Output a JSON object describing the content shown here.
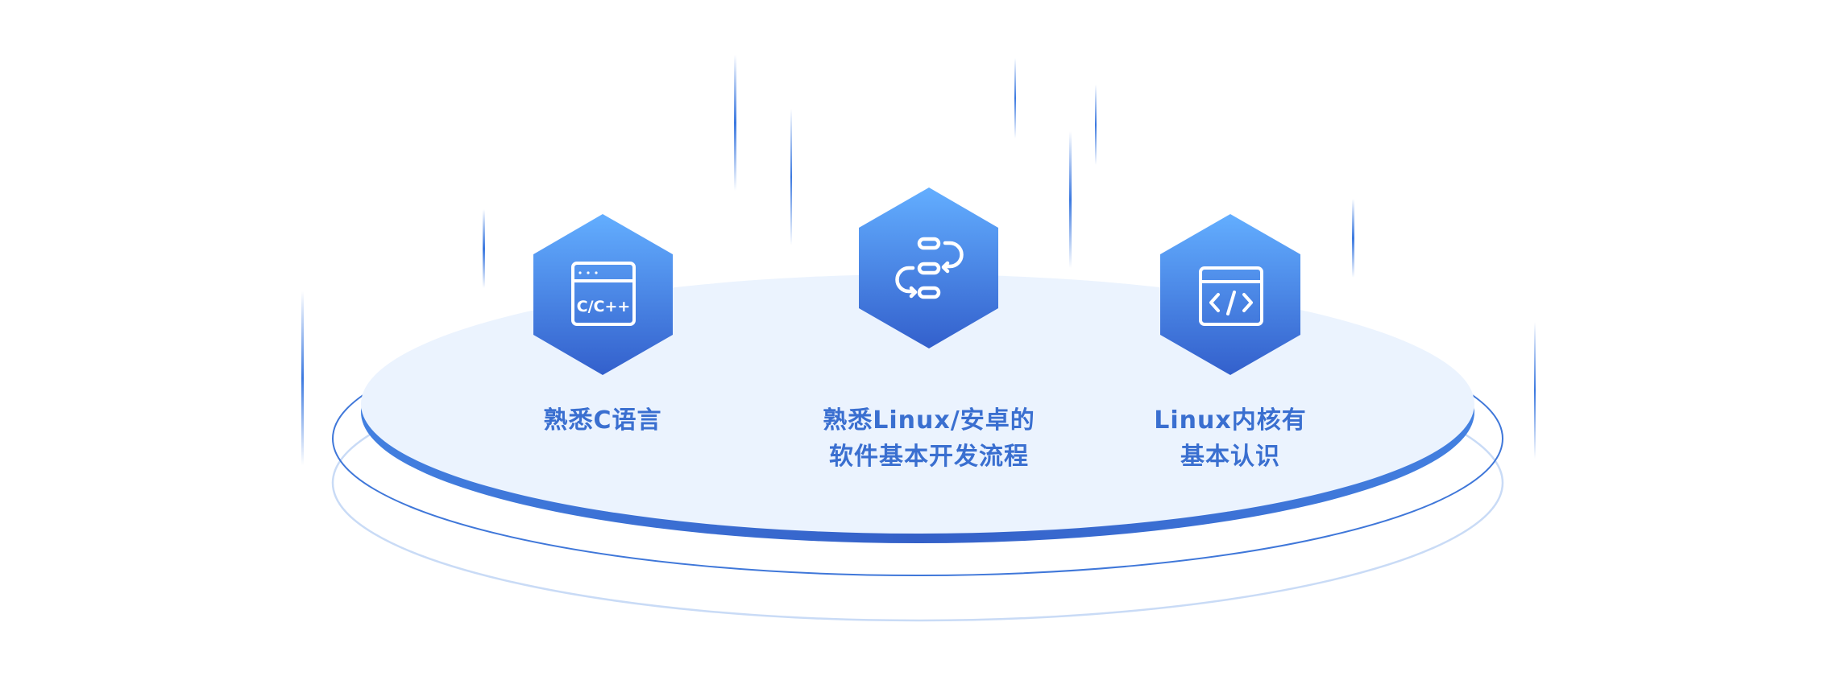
{
  "colors": {
    "accent": "#3a6fd0",
    "hex_top": "#63aeff",
    "hex_bottom": "#3360cc",
    "platform_fill": "#ebf3fe",
    "platform_edge": "#3a6fd6",
    "ring_inner": "#3f77d9",
    "ring_outer": "#c9dbf6",
    "beam": "#3a78e0",
    "background": "#ffffff"
  },
  "items": [
    {
      "icon": "c-cpp-window-icon",
      "icon_text": "C/C++",
      "lines": [
        "熟悉C语言"
      ]
    },
    {
      "icon": "workflow-cycle-icon",
      "lines": [
        "熟悉Linux/安卓的",
        "软件基本开发流程"
      ]
    },
    {
      "icon": "code-window-icon",
      "lines": [
        "Linux内核有",
        "基本认识"
      ]
    }
  ]
}
